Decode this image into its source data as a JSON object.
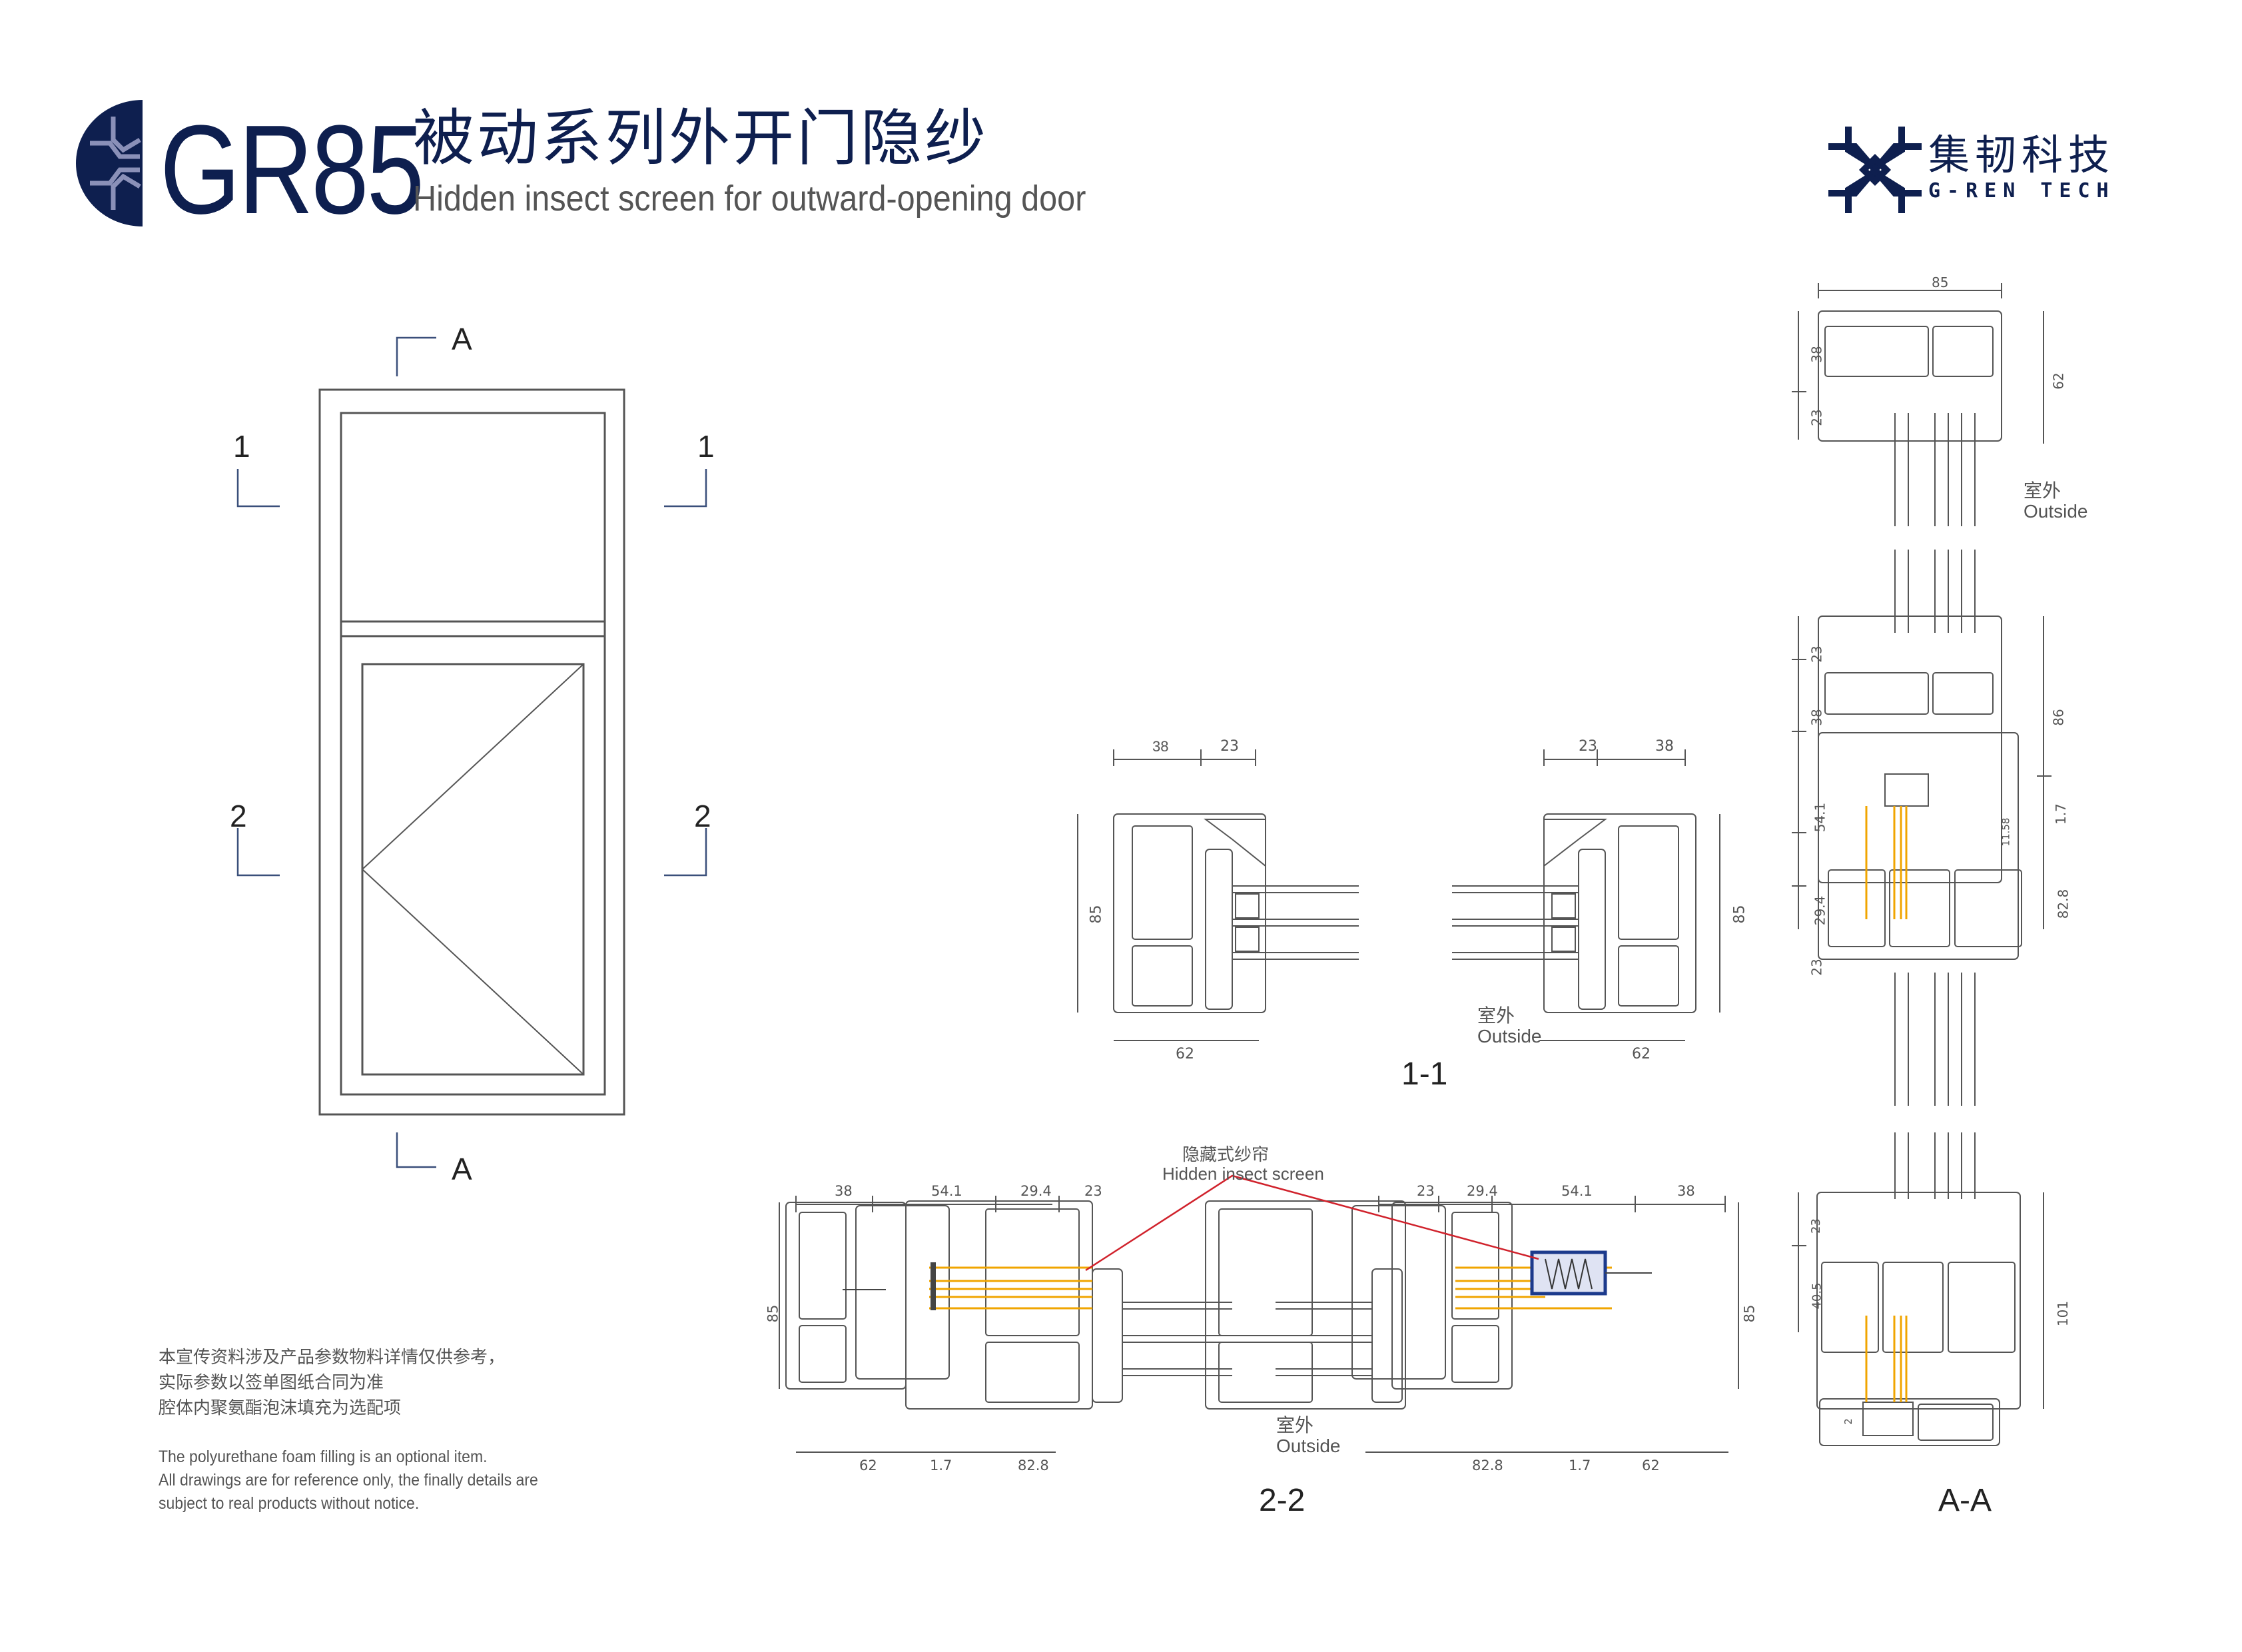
{
  "header": {
    "model": "GR85",
    "title_cn": "被动系列外开门隐纱",
    "title_en": "Hidden insect screen for outward-opening door",
    "accent_color": "#0e1f4f"
  },
  "brand": {
    "name_cn": "集韧科技",
    "name_en": "G-REN TECH",
    "icon": "snowflake-star-logo"
  },
  "elevation": {
    "section_marks": {
      "a_top": "A",
      "a_bottom": "A",
      "one_left": "1",
      "one_right": "1",
      "two_left": "2",
      "two_right": "2"
    }
  },
  "section_1_1": {
    "caption": "1-1",
    "left": {
      "top_dims": [
        "38",
        "23"
      ],
      "height": "85",
      "bottom_dim": "62"
    },
    "right": {
      "top_dims": [
        "23",
        "38"
      ],
      "height": "85",
      "bottom_dim": "62"
    },
    "outside_cn": "室外",
    "outside_en": "Outside"
  },
  "section_2_2": {
    "caption": "2-2",
    "callout_cn": "隐藏式纱帘",
    "callout_en": "Hidden insect screen",
    "left": {
      "top_dims": [
        "38",
        "54.1",
        "29.4",
        "23"
      ],
      "height": "85",
      "bottom_dims": [
        "62",
        "1.7",
        "82.8"
      ]
    },
    "right": {
      "top_dims": [
        "23",
        "29.4",
        "54.1",
        "38"
      ],
      "height": "85",
      "bottom_dims": [
        "82.8",
        "1.7",
        "62"
      ]
    },
    "outside_cn": "室外",
    "outside_en": "Outside",
    "screen_color": "#f0a500",
    "callout_color": "#d0202a"
  },
  "section_a_a": {
    "caption": "A-A",
    "top_width": "85",
    "top_left_dims": [
      "38",
      "23"
    ],
    "top_right_dim": "62",
    "mid_left_dims": [
      "23",
      "38",
      "54.1",
      "29.4",
      "23"
    ],
    "mid_right_dims": [
      "86",
      "1.7",
      "82.8"
    ],
    "gap_dim": "11.58",
    "bottom_left_dims": [
      "23",
      "40.5"
    ],
    "bottom_right_dim": "101",
    "bottom_gap_dim": "2",
    "outside_cn": "室外",
    "outside_en": "Outside"
  },
  "notes": {
    "cn": [
      "本宣传资料涉及产品参数物料详情仅供参考，",
      "实际参数以签单图纸合同为准",
      "腔体内聚氨酯泡沫填充为选配项"
    ],
    "en": [
      "The polyurethane foam filling is an optional item.",
      "All drawings are for reference only, the finally details are",
      "subject to real products without notice."
    ]
  }
}
